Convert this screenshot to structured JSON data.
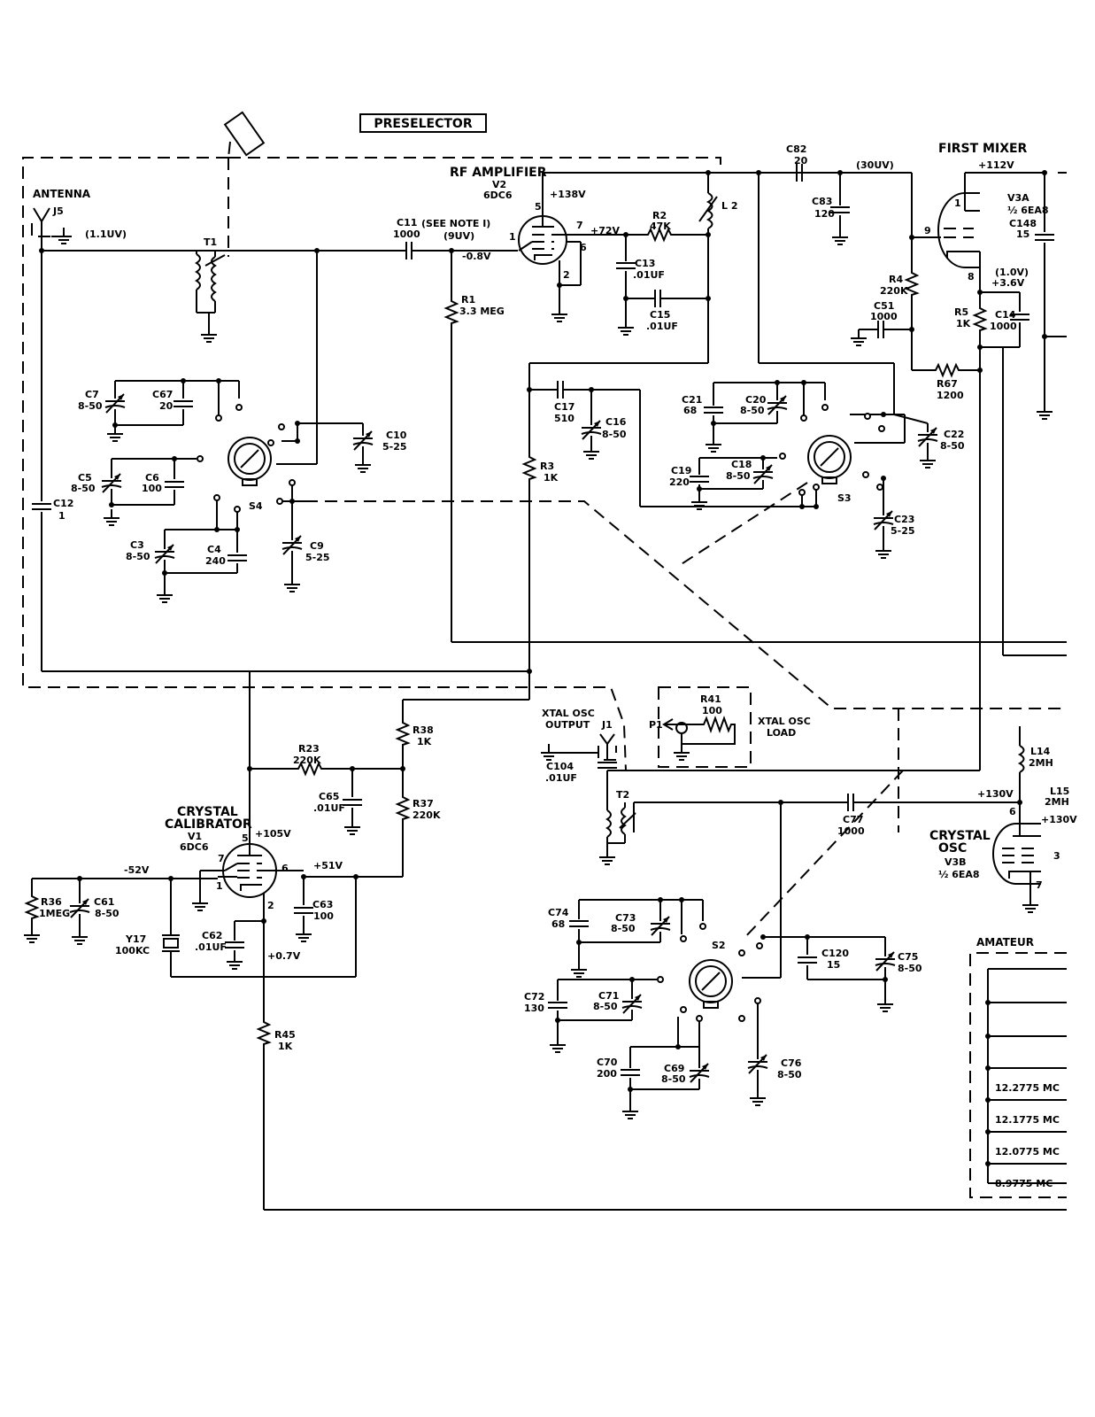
{
  "title_box": "PRESELECTOR",
  "headers": {
    "antenna": "ANTENNA",
    "rf_amp": "RF AMPLIFIER",
    "rf_amp_tube": "V2",
    "rf_amp_type": "6DC6",
    "first_mixer": "FIRST MIXER",
    "crystal_cal_1": "CRYSTAL",
    "crystal_cal_2": "CALIBRATOR",
    "crystal_cal_tube": "V1",
    "crystal_cal_type": "6DC6",
    "crystal_osc_1": "CRYSTAL",
    "crystal_osc_2": "OSC",
    "crystal_osc_tube": "V3B",
    "crystal_osc_type": "½ 6EA8",
    "v3a": "V3A",
    "v3a_type": "½ 6EA8",
    "xtal_out_1": "XTAL OSC",
    "xtal_out_2": "OUTPUT",
    "xtal_load_1": "XTAL OSC",
    "xtal_load_2": "LOAD",
    "amateur": "AMATEUR"
  },
  "levels": {
    "ant": "(1.1UV)",
    "see_note": "(SEE NOTE I)",
    "nine_uv": "(9UV)",
    "thirty_uv": "(30UV)",
    "v2_grid": "-0.8V",
    "v2_plate": "+138V",
    "v2_screen": "+72V",
    "v3a_plate": "+112V",
    "v3a_cathode_lvl": "(1.0V)",
    "v3a_cathode": "+3.6V",
    "v1_plate": "+105V",
    "v1_grid": "-52V",
    "v1_screen": "+51V",
    "v1_cathode": "+0.7V",
    "v3b_plate": "+130V",
    "v3b_screen": "+130V"
  },
  "components": {
    "J5": "J5",
    "T1": "T1",
    "C11": "C11",
    "C11v": "1000",
    "R1": "R1",
    "R1v": "3.3 MEG",
    "R2": "R2",
    "R2v": "47K",
    "L2": "L 2",
    "C13": "C13",
    "C13v": ".01UF",
    "C15": "C15",
    "C15v": ".01UF",
    "C82": "C82",
    "C82v": "20",
    "C83": "C83",
    "C83v": "120",
    "R4": "R4",
    "R4v": "220K",
    "C51": "C51",
    "C51v": "1000",
    "R5": "R5",
    "R5v": "1K",
    "C14": "C14",
    "C14v": "1000",
    "C148": "C148",
    "C148v": "15",
    "R67": "R67",
    "R67v": "1200",
    "C7": "C7",
    "C7v": "8-50",
    "C67": "C67",
    "C67v": "20",
    "C5": "C5",
    "C5v": "8-50",
    "C6": "C6",
    "C6v": "100",
    "C10": "C10",
    "C10v": "5-25",
    "C3": "C3",
    "C3v": "8-50",
    "C4": "C4",
    "C4v": "240",
    "C9": "C9",
    "C9v": "5-25",
    "S4": "S4",
    "C12": "C12",
    "C12v": "1",
    "C17": "C17",
    "C17v": "510",
    "C16": "C16",
    "C16v": "8-50",
    "R3": "R3",
    "R3v": "1K",
    "C21": "C21",
    "C21v": "68",
    "C20": "C20",
    "C20v": "8-50",
    "C22": "C22",
    "C22v": "8-50",
    "C19": "C19",
    "C19v": "220",
    "C18": "C18",
    "C18v": "8-50",
    "C23": "C23",
    "C23v": "5-25",
    "S3": "S3",
    "R38": "R38",
    "R38v": "1K",
    "R37": "R37",
    "R37v": "220K",
    "R23": "R23",
    "R23v": "220K",
    "C65": "C65",
    "C65v": ".01UF",
    "R36": "R36",
    "R36v": "1MEG",
    "C61": "C61",
    "C61v": "8-50",
    "Y17": "Y17",
    "Y17v": "100KC",
    "C62": "C62",
    "C62v": ".01UF",
    "C63": "C63",
    "C63v": "100",
    "R45": "R45",
    "R45v": "1K",
    "J1": "J1",
    "C104": "C104",
    "C104v": ".01UF",
    "T2": "T2",
    "P1": "P1",
    "R41": "R41",
    "R41v": "100",
    "C77": "C77",
    "C77v": "1000",
    "L14": "L14",
    "L14v": "2MH",
    "L15": "L15",
    "L15v": "2MH",
    "C74": "C74",
    "C74v": "68",
    "C73": "C73",
    "C73v": "8-50",
    "C72": "C72",
    "C72v": "130",
    "C71": "C71",
    "C71v": "8-50",
    "C70": "C70",
    "C70v": "200",
    "C69": "C69",
    "C69v": "8-50",
    "C76": "C76",
    "C76v": "8-50",
    "C120": "C120",
    "C120v": "15",
    "C75": "C75",
    "C75v": "8-50",
    "S2": "S2"
  },
  "pins": {
    "v2_p1": "1",
    "v2_p2": "2",
    "v2_p5": "5",
    "v2_p6": "6",
    "v2_p7": "7",
    "v3a_p1": "1",
    "v3a_p8": "8",
    "v3a_p9": "9",
    "v1_p1": "1",
    "v1_p2": "2",
    "v1_p5": "5",
    "v1_p6": "6",
    "v1_p7": "7",
    "v3b_p3": "3",
    "v3b_p6": "6",
    "v3b_p7": "7"
  },
  "amateur_crystals": [
    "12.2775 MC",
    "12.1775 MC",
    "12.0775 MC",
    "8.9775 MC"
  ]
}
